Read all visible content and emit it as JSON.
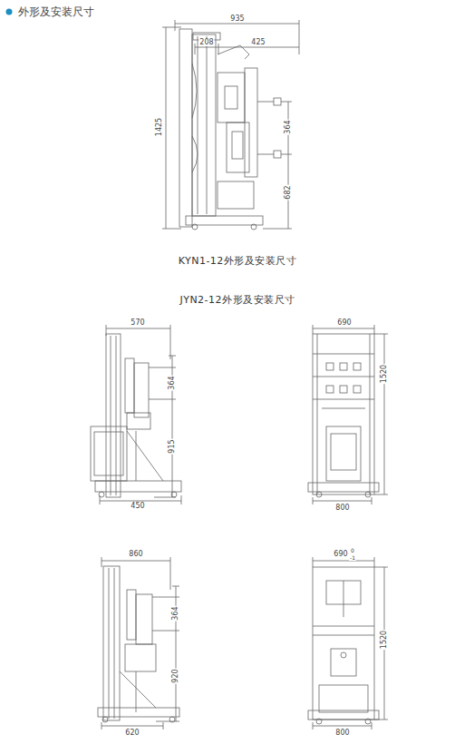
{
  "diagram": {
    "title": "外形及安装尺寸",
    "labels": [
      "935",
      "208",
      "425",
      "1425",
      "364",
      "682",
      "KYN1-12外形及安装尺寸",
      "JYN2-12外形及安装尺寸",
      "570",
      "364",
      "915",
      "450",
      "690",
      "1520",
      "800",
      "860",
      "364",
      "920",
      "620",
      "690",
      "0",
      "-1",
      "1520",
      "800"
    ]
  }
}
